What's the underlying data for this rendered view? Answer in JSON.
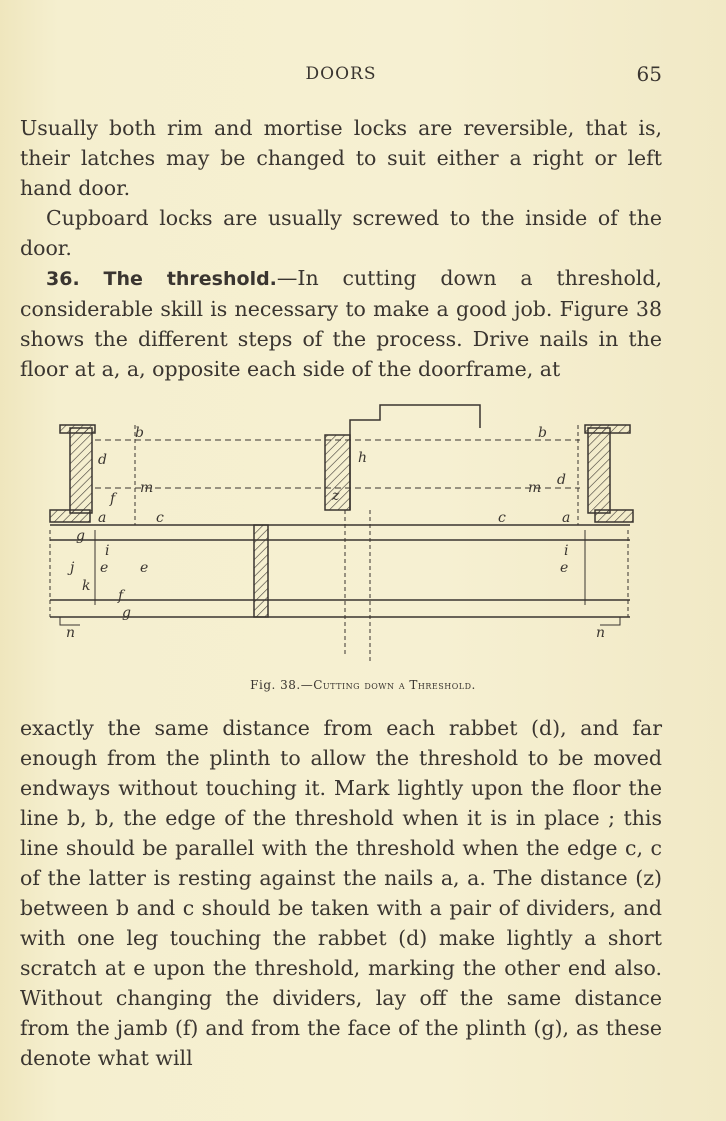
{
  "header": {
    "title": "DOORS",
    "page_number": "65"
  },
  "body_top": {
    "para1": "Usually both rim and mortise locks are reversible, that is, their latches may be changed to suit either a right or left hand door.",
    "para2": "Cupboard locks are usually screwed to the inside of the door.",
    "para3_heading": "36. The threshold.",
    "para3_text": "—In cutting down a threshold, considerable skill is necessary to make a good job. Figure 38 shows the different steps of the process. Drive nails in the floor at a, a, opposite each side of the doorframe, at"
  },
  "figure": {
    "labels": {
      "b": "b",
      "d": "d",
      "m": "m",
      "f": "f",
      "a": "a",
      "c": "c",
      "g": "g",
      "h": "h",
      "i": "i",
      "e": "e",
      "k": "k",
      "n": "n",
      "z": "z",
      "j": "j"
    },
    "caption_prefix": "Fig. 38.—",
    "caption_title": "Cutting down a Threshold."
  },
  "body_bottom": {
    "para1": "exactly the same distance from each rabbet (d), and far enough from the plinth to allow the threshold to be moved endways without touching it. Mark lightly upon the floor the line b, b, the edge of the threshold when it is in place ; this line should be parallel with the threshold when the edge c, c of the latter is resting against the nails a, a. The distance (z) between b and c should be taken with a pair of dividers, and with one leg touching the rabbet (d) make lightly a short scratch at e upon the threshold, marking the other end also. Without changing the dividers, lay off the same distance from the jamb (f) and from the face of the plinth (g), as these denote what will"
  }
}
